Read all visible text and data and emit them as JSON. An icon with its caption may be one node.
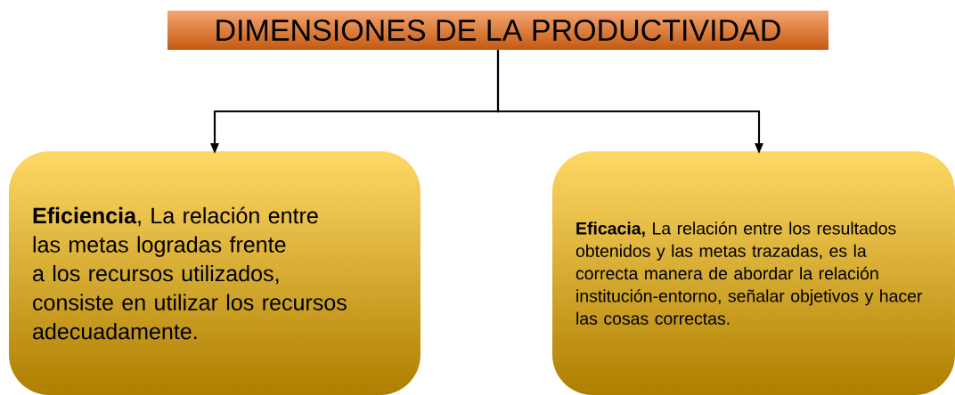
{
  "diagram": {
    "nodes": [
      {
        "text": [
          "DIMENSIONES DE LA PRODUCTIVIDAD"
        ]
      },
      {
        "text": [
          "**Eficiencia**, La relación entre las metas logradas frente a los recursos utilizados, consiste en utilizar los recursos adecuadamente."
        ]
      },
      {
        "text": [
          "**Eficacia,** La relación entre los resultados obtenidos y las metas trazadas, es la correcta manera de abordar la relación institución-entorno, señalar objetivos y hacer las cosas correctas."
        ]
      }
    ],
    "edges": [
      {
        "from": 0,
        "to": 1,
        "arrow": "to"
      },
      {
        "from": 0,
        "to": 2,
        "arrow": "to"
      }
    ]
  }
}
